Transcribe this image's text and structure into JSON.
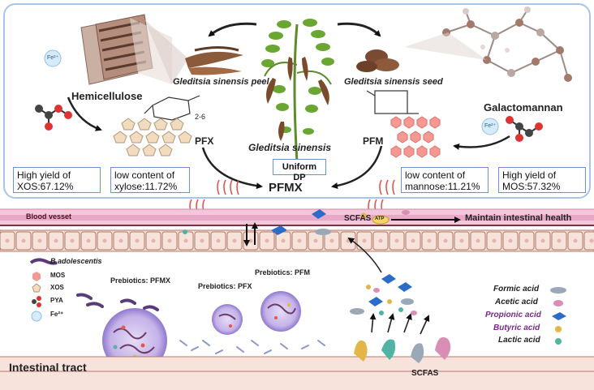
{
  "top": {
    "hemicellulose": "Hemicellulose",
    "peel": "Gleditsia sinensis peel",
    "seed": "Gleditsia sinensis seed",
    "galactomannan": "Galactomannan",
    "plant": "Gleditsia sinensis",
    "pfx": "PFX",
    "pfm": "PFM",
    "uniform_dp": "Uniform DP",
    "pfmx": "PFMX",
    "repeat_sub": "2-6",
    "fe_badge": "Fe²⁺",
    "boxes": {
      "xos_yield": [
        "High yield of",
        "XOS:67.12%"
      ],
      "xylose": [
        "low content of",
        "xylose:11.72%"
      ],
      "mannose": [
        "low content of",
        "mannose:11.21%"
      ],
      "mos_yield": [
        "High yield of",
        "MOS:57.32%"
      ]
    }
  },
  "bottom": {
    "blood_vessel": "Blood vesset",
    "scfas_top": "SCFAS",
    "atp": "ATP",
    "maintain": "Maintain intestinal health",
    "legend": [
      "B.adolescentis",
      "MOS",
      "XOS",
      "PYA",
      "Fe²⁺"
    ],
    "prebiotics_pfmx": "Prebiotics: PFMX",
    "prebiotics_pfx": "Prebiotics: PFX",
    "prebiotics_pfm": "Prebiotics: PFM",
    "intestinal_tract": "Intestinal tract",
    "scfas_bottom": "SCFAS",
    "acids": [
      "Formic acid",
      "Acetic acid",
      "Propionic acid",
      "Butyric acid",
      "Lactic acid"
    ]
  },
  "colors": {
    "panel_border": "#a9c4ea",
    "box_border": "#6d8fd6",
    "blood": "#e0a5c8",
    "cell": "#f2d9d0",
    "gut": "#f6f0f0",
    "formic": "#9aa8b8",
    "acetic": "#d98fb5",
    "propionic": "#2a6cc7",
    "butyric": "#e3b64a",
    "lactic": "#4fb3a6"
  }
}
